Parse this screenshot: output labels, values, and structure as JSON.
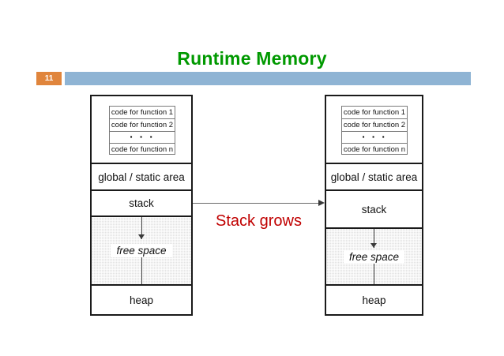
{
  "slide": {
    "title": "Runtime Memory",
    "number": "11",
    "title_color": "#009900",
    "number_badge_color": "#E0853C",
    "header_bar_color": "#8FB4D4"
  },
  "annotation": {
    "label": "Stack grows",
    "color": "#C00000",
    "arrow_direction": "right"
  },
  "code_rows": [
    {
      "label": "code for function 1"
    },
    {
      "label": "code for function 2"
    },
    {
      "label": "· · ·"
    },
    {
      "label": "code for function n"
    }
  ],
  "diagrams": [
    {
      "name": "before",
      "sections": [
        {
          "key": "code",
          "label": ""
        },
        {
          "key": "global",
          "label": "global / static area"
        },
        {
          "key": "stack",
          "label": "stack"
        },
        {
          "key": "free",
          "label": "free space"
        },
        {
          "key": "heap",
          "label": "heap"
        }
      ]
    },
    {
      "name": "after",
      "sections": [
        {
          "key": "code",
          "label": ""
        },
        {
          "key": "global",
          "label": "global / static area"
        },
        {
          "key": "stack",
          "label": "stack"
        },
        {
          "key": "free",
          "label": "free space"
        },
        {
          "key": "heap",
          "label": "heap"
        }
      ]
    }
  ]
}
